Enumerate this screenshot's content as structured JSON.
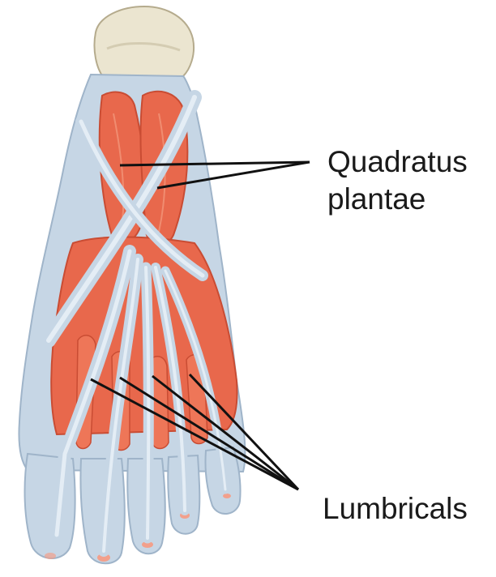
{
  "labels": {
    "quadratus_line1": "Quadratus",
    "quadratus_line2": "plantae",
    "lumbricals": "Lumbricals"
  },
  "colors": {
    "bone": "#ebe5d0",
    "bone_edge": "#b5ab8d",
    "tendon": "#c6d6e5",
    "tendon_dark": "#9fb4c9",
    "tendon_light": "#e4edf5",
    "muscle": "#e8684c",
    "muscle_dark": "#c94c33",
    "muscle_light": "#f08c70",
    "toe_tip": "#f2a08c",
    "leader_line": "#111111",
    "text": "#1a1a1a"
  }
}
